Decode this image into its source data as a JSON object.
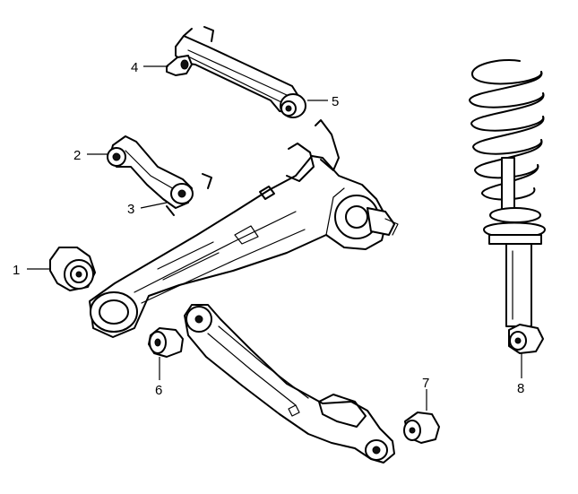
{
  "diagram": {
    "parts": [
      {
        "id": "bushing-large",
        "callout": "1"
      },
      {
        "id": "upper-arm-bushing-front",
        "callout": "2"
      },
      {
        "id": "upper-arm-bushing-rear",
        "callout": "3"
      },
      {
        "id": "lateral-link-bushing-front",
        "callout": "4"
      },
      {
        "id": "lateral-link-bushing-rear",
        "callout": "5"
      },
      {
        "id": "lower-arm-bushing-front",
        "callout": "6"
      },
      {
        "id": "lower-arm-bushing-rear",
        "callout": "7"
      },
      {
        "id": "shock-absorber-bushing",
        "callout": "8"
      }
    ]
  }
}
